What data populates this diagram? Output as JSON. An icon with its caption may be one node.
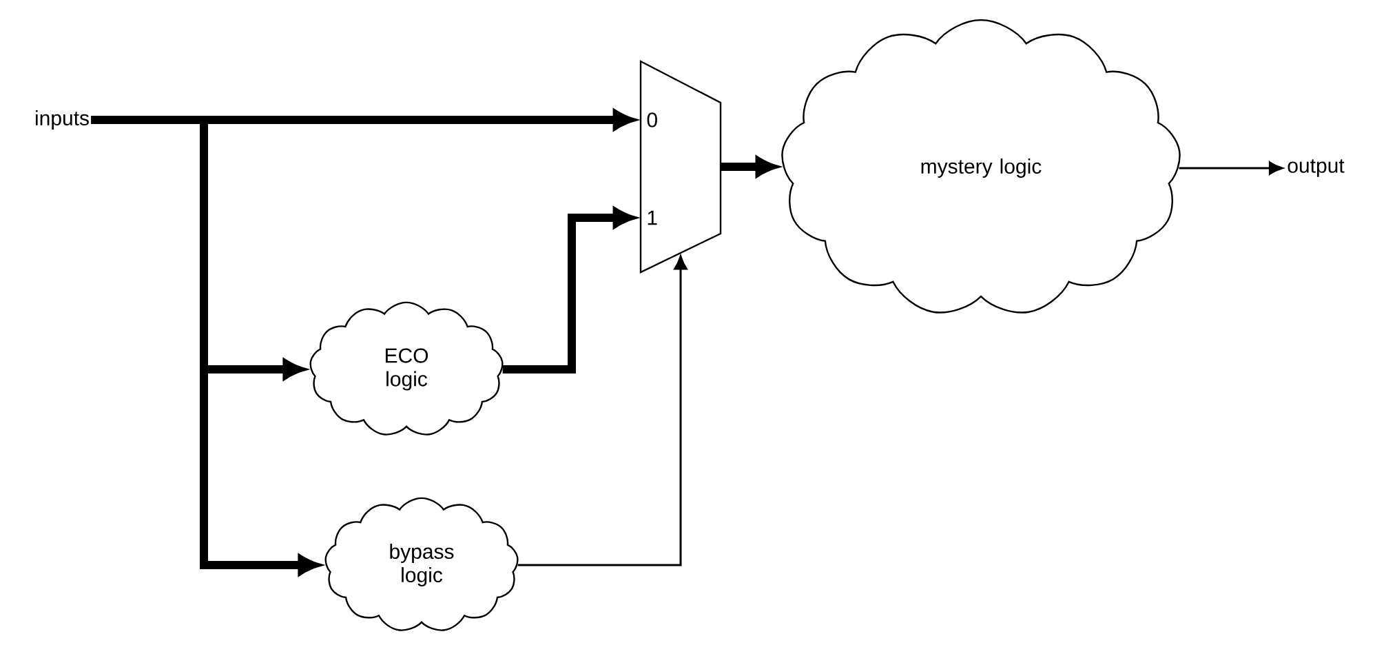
{
  "diagram": {
    "nodes": [
      {
        "text": [
          "inputs"
        ]
      },
      {
        "text": [
          "0",
          "1"
        ]
      },
      {
        "text": [
          "ECO logic"
        ]
      },
      {
        "text": [
          "bypass logic"
        ]
      },
      {
        "text": [
          "mystery logic"
        ]
      },
      {
        "text": [
          "output"
        ]
      }
    ],
    "edges": [
      {
        "from": 0,
        "to": 1,
        "arrow": "to"
      },
      {
        "from": 0,
        "to": 2,
        "arrow": "to"
      },
      {
        "from": 0,
        "to": 3,
        "arrow": "to"
      },
      {
        "from": 2,
        "to": 1,
        "arrow": "to"
      },
      {
        "from": 3,
        "to": 1,
        "arrow": "to"
      },
      {
        "from": 1,
        "to": 4,
        "arrow": "to"
      },
      {
        "from": 4,
        "to": 5,
        "arrow": "to"
      }
    ]
  }
}
